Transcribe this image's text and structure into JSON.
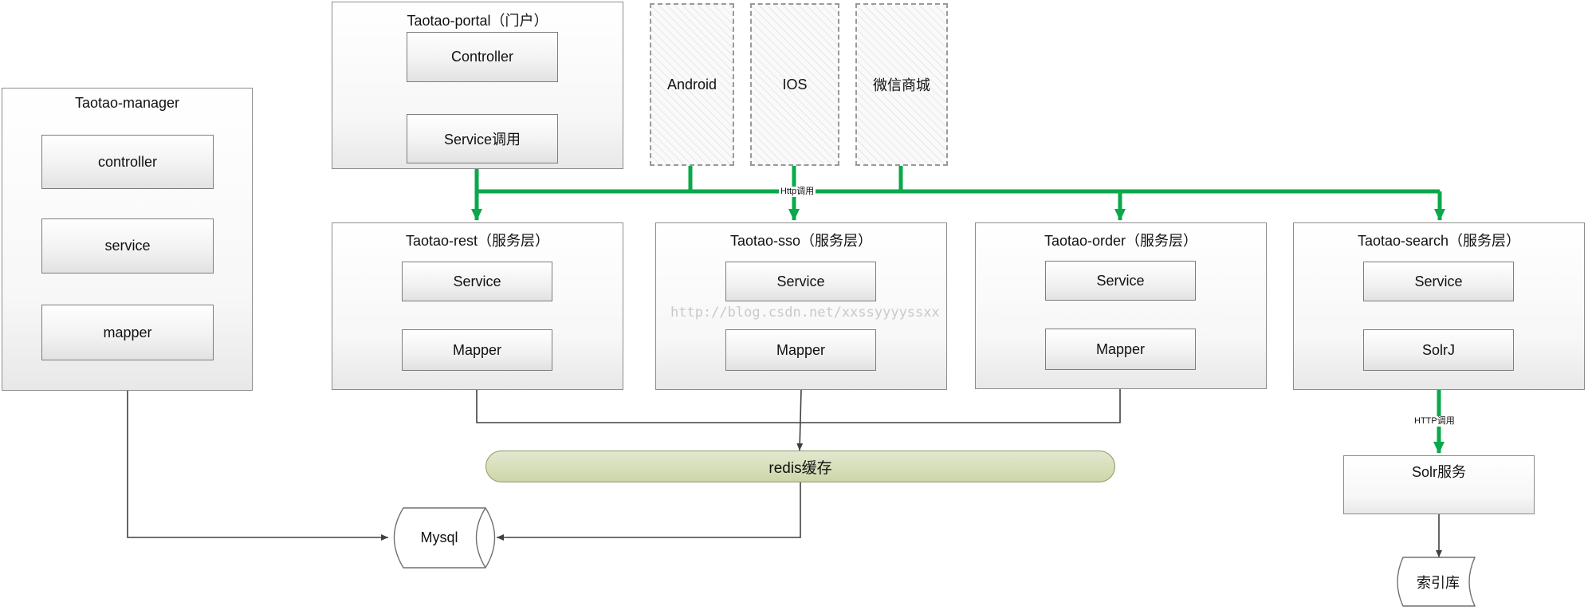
{
  "manager": {
    "title": "Taotao-manager",
    "items": [
      "controller",
      "service",
      "mapper"
    ]
  },
  "portal": {
    "title": "Taotao-portal（门户）",
    "items": [
      "Controller",
      "Service调用"
    ]
  },
  "clients": [
    "Android",
    "IOS",
    "微信商城"
  ],
  "http_call_label": "Http调用",
  "services": [
    {
      "title": "Taotao-rest（服务层）",
      "items": [
        "Service",
        "Mapper"
      ]
    },
    {
      "title": "Taotao-sso（服务层）",
      "items": [
        "Service",
        "Mapper"
      ]
    },
    {
      "title": "Taotao-order（服务层）",
      "items": [
        "Service",
        "Mapper"
      ]
    },
    {
      "title": "Taotao-search（服务层）",
      "items": [
        "Service",
        "SolrJ"
      ]
    }
  ],
  "redis": "redis缓存",
  "mysql": "Mysql",
  "solr_http_label": "HTTP调用",
  "solr_service": "Solr服务",
  "index_store": "索引库",
  "watermark": "http://blog.csdn.net/xxssyyyyssxx",
  "colors": {
    "green": "#0aa84a",
    "line": "#404040",
    "redis_fill": "#cdd6a8"
  }
}
